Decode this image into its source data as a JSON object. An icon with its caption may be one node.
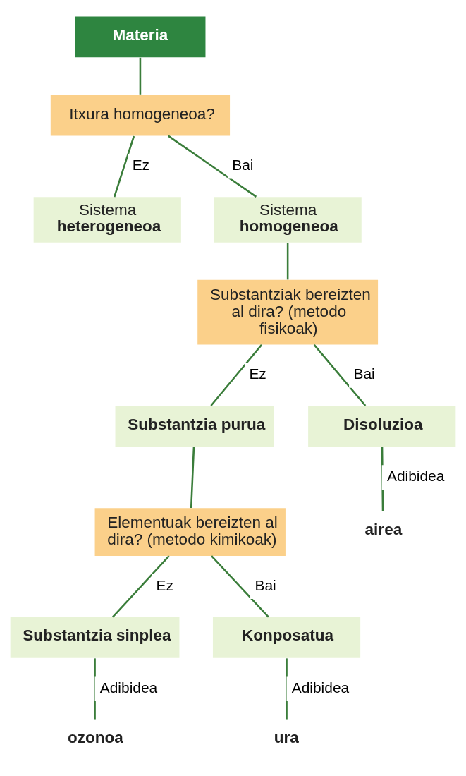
{
  "diagram": {
    "nodes": [
      {
        "text": [
          "Materia"
        ]
      },
      {
        "text": [
          "Itxura homogeneoa?"
        ]
      },
      {
        "text": [
          "Sistema",
          "heterogeneoa"
        ]
      },
      {
        "text": [
          "Sistema",
          "homogeneoa"
        ]
      },
      {
        "text": [
          "Substantziak bereizten al dira? (metodo fisikoak)"
        ]
      },
      {
        "text": [
          "Substantzia purua"
        ]
      },
      {
        "text": [
          "Disoluzioa"
        ]
      },
      {
        "text": [
          "airea"
        ]
      },
      {
        "text": [
          "Elementuak bereizten al dira? (metodo kimikoak)"
        ]
      },
      {
        "text": [
          "Substantzia sinplea"
        ]
      },
      {
        "text": [
          "Konposatua"
        ]
      },
      {
        "text": [
          "ozonoa"
        ]
      },
      {
        "text": [
          "ura"
        ]
      }
    ],
    "edges": [
      {
        "from": 0,
        "to": 1,
        "arrow": "none"
      },
      {
        "from": 1,
        "to": 2,
        "arrow": "none",
        "label": "Ez"
      },
      {
        "from": 1,
        "to": 3,
        "arrow": "none",
        "label": "Bai"
      },
      {
        "from": 3,
        "to": 4,
        "arrow": "none"
      },
      {
        "from": 4,
        "to": 5,
        "arrow": "none",
        "label": "Ez"
      },
      {
        "from": 4,
        "to": 6,
        "arrow": "none",
        "label": "Bai"
      },
      {
        "from": 6,
        "to": 7,
        "arrow": "none",
        "label": "Adibidea"
      },
      {
        "from": 5,
        "to": 8,
        "arrow": "none"
      },
      {
        "from": 8,
        "to": 9,
        "arrow": "none",
        "label": "Ez"
      },
      {
        "from": 8,
        "to": 10,
        "arrow": "none",
        "label": "Bai"
      },
      {
        "from": 9,
        "to": 11,
        "arrow": "none",
        "label": "Adibidea"
      },
      {
        "from": 10,
        "to": 12,
        "arrow": "none",
        "label": "Adibidea"
      }
    ]
  }
}
